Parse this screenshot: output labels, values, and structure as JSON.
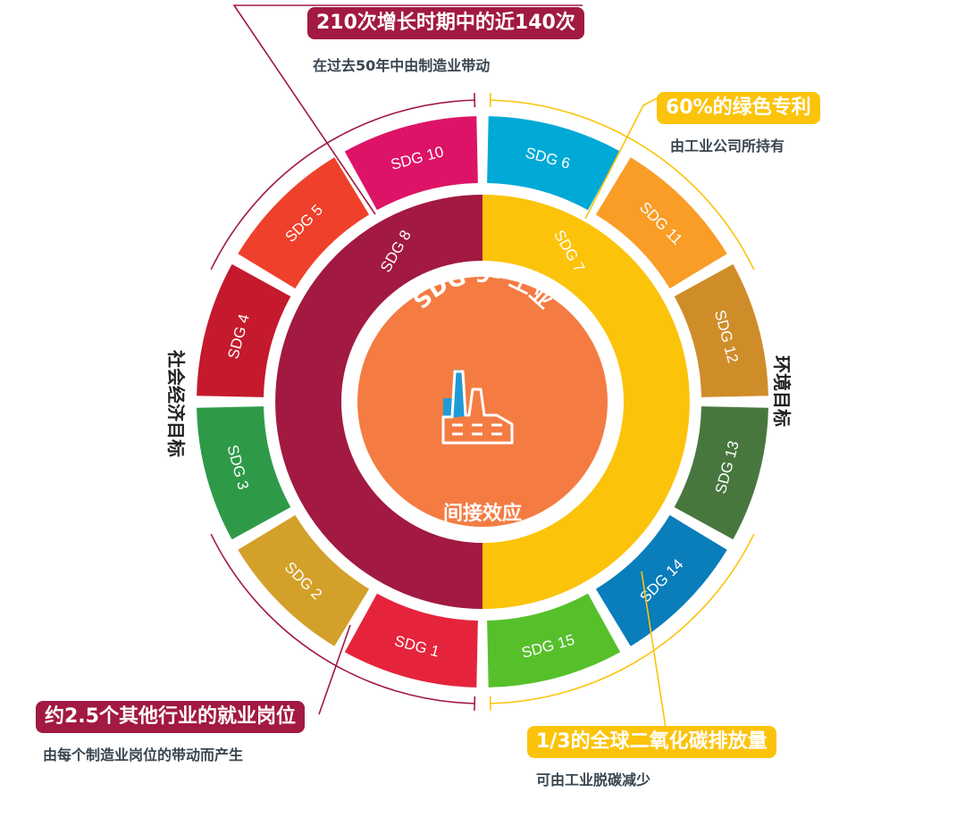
{
  "center": {
    "title": "SDG 9- 工业",
    "subtitle": "间接效应",
    "icon": "factory-icon",
    "color": "#F47C43"
  },
  "inner_ring": [
    {
      "label": "SDG 8",
      "color": "#A21942"
    },
    {
      "label": "SDG 7",
      "color": "#FCC30B"
    }
  ],
  "outer_segments": [
    {
      "label": "SDG 6",
      "color": "#00A9D6"
    },
    {
      "label": "SDG 11",
      "color": "#F99D26"
    },
    {
      "label": "SDG 12",
      "color": "#CF8D2A"
    },
    {
      "label": "SDG 13",
      "color": "#48773E"
    },
    {
      "label": "SDG 14",
      "color": "#0A7DBB"
    },
    {
      "label": "SDG 15",
      "color": "#56C02B"
    },
    {
      "label": "SDG 1",
      "color": "#E5243B"
    },
    {
      "label": "SDG 2",
      "color": "#D3A029"
    },
    {
      "label": "SDG 3",
      "color": "#2E9A48"
    },
    {
      "label": "SDG 4",
      "color": "#C5192D"
    },
    {
      "label": "SDG 5",
      "color": "#EF402B"
    },
    {
      "label": "SDG 10",
      "color": "#DD1367"
    }
  ],
  "group_labels": {
    "left": "社会经济目标",
    "right": "环境目标"
  },
  "callouts": [
    {
      "title": "210次增长时期中的近140次",
      "subtitle": "在过去50年中由制造业带动",
      "color": "#A21942"
    },
    {
      "title": "60%的绿色专利",
      "subtitle": "由工业公司所持有",
      "color": "#FCC30B"
    },
    {
      "title": "约2.5个其他行业的就业岗位",
      "subtitle": "由每个制造业岗位的带动而产生",
      "color": "#A21942"
    },
    {
      "title": "1/3的全球二氧化碳排放量",
      "subtitle": "可由工业脱碳减少",
      "color": "#FCC30B"
    }
  ]
}
